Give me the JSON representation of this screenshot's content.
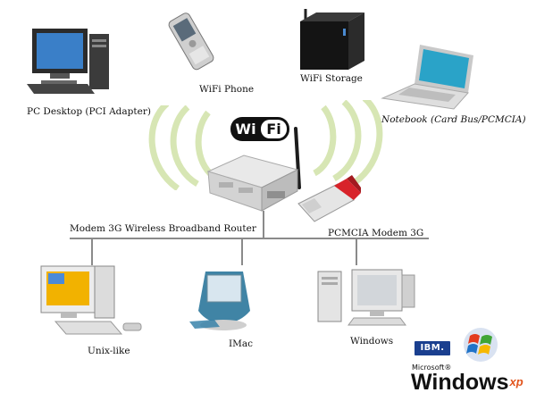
{
  "wifi_logo": {
    "left_text": "Wi",
    "right_text": "Fi"
  },
  "devices": {
    "pc_desktop": "PC Desktop (PCI Adapter)",
    "wifi_phone": "WiFi Phone",
    "wifi_storage": "WiFi Storage",
    "notebook": "Notebook (Card Bus/PCMCIA)",
    "router": "Modem 3G Wireless Broadband Router",
    "pcmcia_modem": "PCMCIA Modem 3G",
    "unix_like": "Unix-like",
    "imac": "IMac",
    "windows": "Windows"
  },
  "branding": {
    "ibm": "IBM.",
    "microsoft": "Microsoft®",
    "windows": "Windows",
    "xp": "xp"
  },
  "colors": {
    "wifi_waves": "#d7e6b4",
    "bus_line": "#8a8a8a",
    "pcmcia_red": "#d8232a",
    "imac_blue": "#1f6f95",
    "notebook_screen": "#2aa3c8"
  }
}
